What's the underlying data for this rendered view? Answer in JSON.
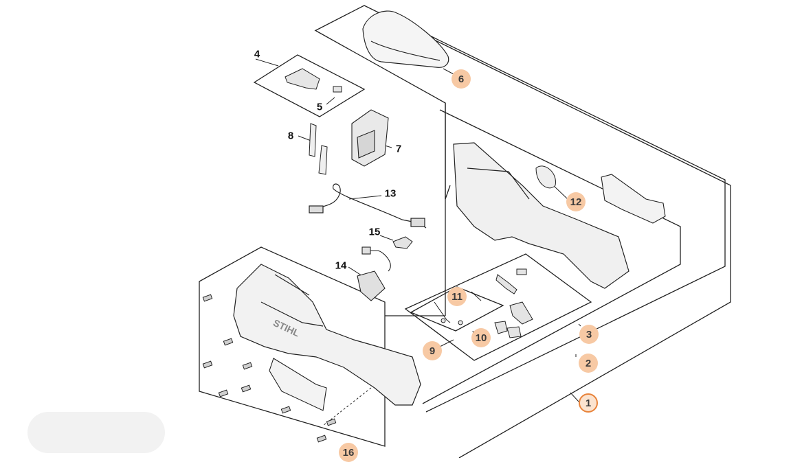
{
  "diagram": {
    "callouts": [
      {
        "id": "6",
        "label": "6",
        "highlight": true
      },
      {
        "id": "12",
        "label": "12",
        "highlight": true
      },
      {
        "id": "11",
        "label": "11",
        "highlight": true
      },
      {
        "id": "10",
        "label": "10",
        "highlight": true
      },
      {
        "id": "9",
        "label": "9",
        "highlight": true
      },
      {
        "id": "3",
        "label": "3",
        "highlight": true
      },
      {
        "id": "2",
        "label": "2",
        "highlight": true
      },
      {
        "id": "1",
        "label": "1",
        "highlight": true,
        "active": true
      },
      {
        "id": "16",
        "label": "16",
        "highlight": true
      }
    ],
    "labels": {
      "l4": "4",
      "l5": "5",
      "l7": "7",
      "l8": "8",
      "l13": "13",
      "l15": "15",
      "l14": "14"
    },
    "brand_text": "STIHL",
    "colors": {
      "callout_fill": "#f7c9a4",
      "active_ring": "#e8833a",
      "line": "#222222"
    }
  }
}
